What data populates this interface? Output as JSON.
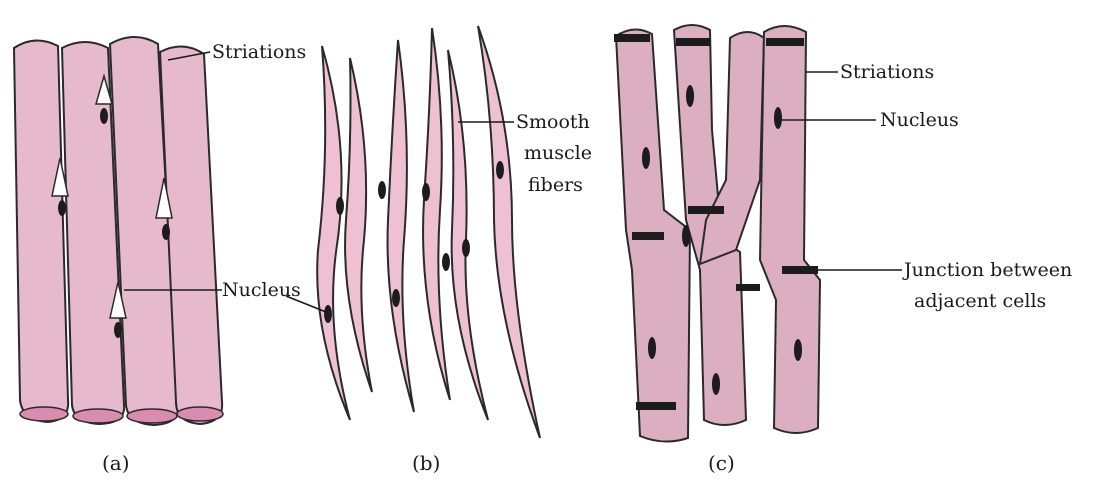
{
  "panel_a": {
    "label_striations": "Striations",
    "label_nucleus": "Nucleus",
    "caption": "(a)"
  },
  "panel_b": {
    "label_line1": "Smooth",
    "label_line2": "muscle",
    "label_line3": "fibers",
    "caption": "(b)"
  },
  "panel_c": {
    "label_striations": "Striations",
    "label_nucleus": "Nucleus",
    "label_junction_line1": "Junction between",
    "label_junction_line2": "adjacent cells",
    "caption": "(c)"
  },
  "colors": {
    "fiber_fill": "#e7b9cd",
    "stripe": "#3a2a33",
    "outline": "#2a2a2a"
  }
}
